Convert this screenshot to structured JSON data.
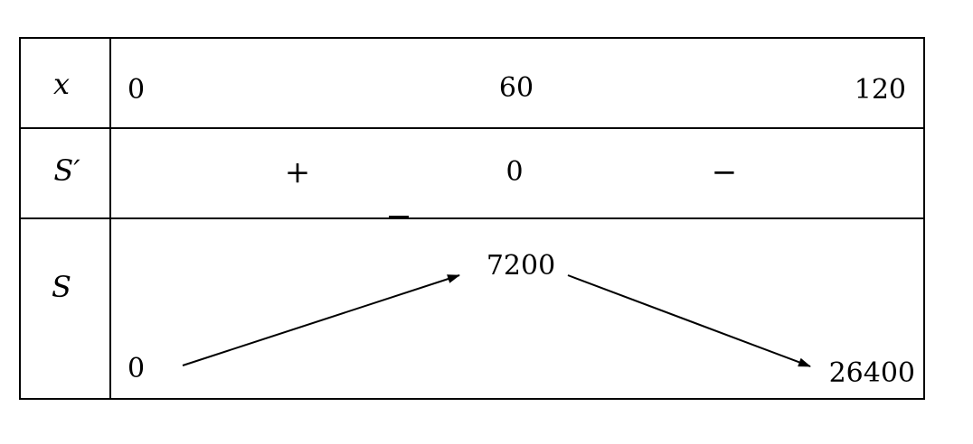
{
  "table": {
    "rows": {
      "x": {
        "label": "x",
        "values": [
          "0",
          "60",
          "120"
        ]
      },
      "derivative": {
        "label": "S′",
        "signs": [
          "+",
          "0",
          "−"
        ]
      },
      "function": {
        "label": "S",
        "values": {
          "start": "0",
          "max": "7200",
          "end": "26400"
        },
        "arrows": [
          "increasing",
          "decreasing"
        ]
      }
    }
  }
}
